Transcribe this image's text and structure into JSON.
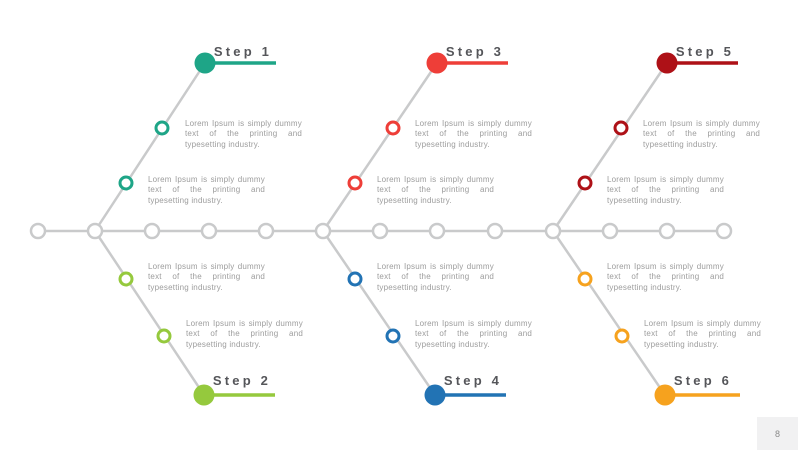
{
  "slide": {
    "page_number": "8",
    "background_color": "#ffffff",
    "line_color": "#c9cacb",
    "note_text_color": "#9c9c9c",
    "label_color": "#55565a"
  },
  "steps": [
    {
      "label": "Step 1",
      "color": "#1ea587",
      "position": "top",
      "notes": [
        "Lorem Ipsum is simply dummy text of the printing and typesetting industry.",
        "Lorem Ipsum is simply dummy text of the printing and typesetting industry."
      ]
    },
    {
      "label": "Step 2",
      "color": "#95c93d",
      "position": "bottom",
      "notes": [
        "Lorem Ipsum is simply dummy text of the printing and typesetting industry.",
        "Lorem Ipsum is simply dummy text of the printing and typesetting industry."
      ]
    },
    {
      "label": "Step 3",
      "color": "#ee3e38",
      "position": "top",
      "notes": [
        "Lorem Ipsum is simply dummy text of the printing and typesetting industry.",
        "Lorem Ipsum is simply dummy text of the printing and typesetting industry."
      ]
    },
    {
      "label": "Step 4",
      "color": "#2273b4",
      "position": "bottom",
      "notes": [
        "Lorem Ipsum is simply dummy text of the printing and typesetting industry.",
        "Lorem Ipsum is simply dummy text of the printing and typesetting industry."
      ]
    },
    {
      "label": "Step 5",
      "color": "#ae1117",
      "position": "top",
      "notes": [
        "Lorem Ipsum is simply dummy text of the printing and typesetting industry.",
        "Lorem Ipsum is simply dummy text of the printing and typesetting industry."
      ]
    },
    {
      "label": "Step 6",
      "color": "#f6a21e",
      "position": "bottom",
      "notes": [
        "Lorem Ipsum is simply dummy text of the printing and typesetting industry.",
        "Lorem Ipsum is simply dummy text of the printing and typesetting industry."
      ]
    }
  ]
}
